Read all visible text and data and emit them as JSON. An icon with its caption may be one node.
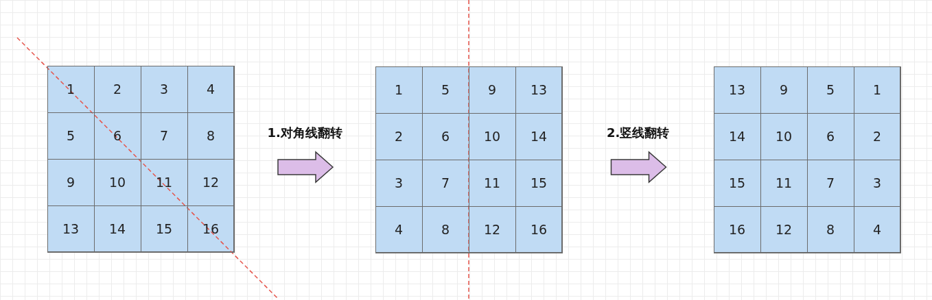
{
  "diagram": {
    "nodes": [
      {
        "text": [],
        "shape": "box"
      },
      {
        "text": [
          "1"
        ],
        "in": 0
      },
      {
        "text": [
          "2"
        ],
        "in": 0
      },
      {
        "text": [
          "3"
        ],
        "in": 0
      },
      {
        "text": [
          "4"
        ],
        "in": 0
      },
      {
        "text": [
          "5"
        ],
        "in": 0
      },
      {
        "text": [
          "6"
        ],
        "in": 0
      },
      {
        "text": [
          "7"
        ],
        "in": 0
      },
      {
        "text": [
          "8"
        ],
        "in": 0
      },
      {
        "text": [
          "9"
        ],
        "in": 0
      },
      {
        "text": [
          "10"
        ],
        "in": 0
      },
      {
        "text": [
          "11"
        ],
        "in": 0
      },
      {
        "text": [
          "12"
        ],
        "in": 0
      },
      {
        "text": [
          "13"
        ],
        "in": 0
      },
      {
        "text": [
          "14"
        ],
        "in": 0
      },
      {
        "text": [
          "15"
        ],
        "in": 0
      },
      {
        "text": [
          "16"
        ],
        "in": 0
      },
      {
        "text": [],
        "shape": "box"
      },
      {
        "text": [
          "1"
        ],
        "in": 17
      },
      {
        "text": [
          "5"
        ],
        "in": 17
      },
      {
        "text": [
          "9"
        ],
        "in": 17
      },
      {
        "text": [
          "13"
        ],
        "in": 17
      },
      {
        "text": [
          "2"
        ],
        "in": 17
      },
      {
        "text": [
          "6"
        ],
        "in": 17
      },
      {
        "text": [
          "10"
        ],
        "in": 17
      },
      {
        "text": [
          "14"
        ],
        "in": 17
      },
      {
        "text": [
          "3"
        ],
        "in": 17
      },
      {
        "text": [
          "7"
        ],
        "in": 17
      },
      {
        "text": [
          "11"
        ],
        "in": 17
      },
      {
        "text": [
          "15"
        ],
        "in": 17
      },
      {
        "text": [
          "4"
        ],
        "in": 17
      },
      {
        "text": [
          "8"
        ],
        "in": 17
      },
      {
        "text": [
          "12"
        ],
        "in": 17
      },
      {
        "text": [
          "16"
        ],
        "in": 17
      },
      {
        "text": [],
        "shape": "box"
      },
      {
        "text": [
          "13"
        ],
        "in": 34
      },
      {
        "text": [
          "9"
        ],
        "in": 34
      },
      {
        "text": [
          "5"
        ],
        "in": 34
      },
      {
        "text": [
          "1"
        ],
        "in": 34
      },
      {
        "text": [
          "14"
        ],
        "in": 34
      },
      {
        "text": [
          "10"
        ],
        "in": 34
      },
      {
        "text": [
          "6"
        ],
        "in": 34
      },
      {
        "text": [
          "2"
        ],
        "in": 34
      },
      {
        "text": [
          "15"
        ],
        "in": 34
      },
      {
        "text": [
          "11"
        ],
        "in": 34
      },
      {
        "text": [
          "7"
        ],
        "in": 34
      },
      {
        "text": [
          "3"
        ],
        "in": 34
      },
      {
        "text": [
          "16"
        ],
        "in": 34
      },
      {
        "text": [
          "12"
        ],
        "in": 34
      },
      {
        "text": [
          "8"
        ],
        "in": 34
      },
      {
        "text": [
          "4"
        ],
        "in": 34
      }
    ],
    "edges": [
      {
        "from": 0,
        "to": 17,
        "arrow": "to",
        "label": "1.对角线翻转"
      },
      {
        "from": 17,
        "to": 34,
        "arrow": "to",
        "label": "2.竖线翻转"
      }
    ]
  }
}
